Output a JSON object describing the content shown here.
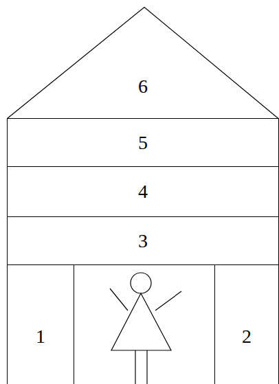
{
  "diagram": {
    "nodes": [
      {
        "text": [
          "6"
        ]
      },
      {
        "text": [
          "5"
        ]
      },
      {
        "text": [
          "4"
        ]
      },
      {
        "text": [
          "3"
        ]
      },
      {
        "text": [
          "1"
        ]
      },
      {
        "text": [
          "2"
        ]
      }
    ]
  }
}
